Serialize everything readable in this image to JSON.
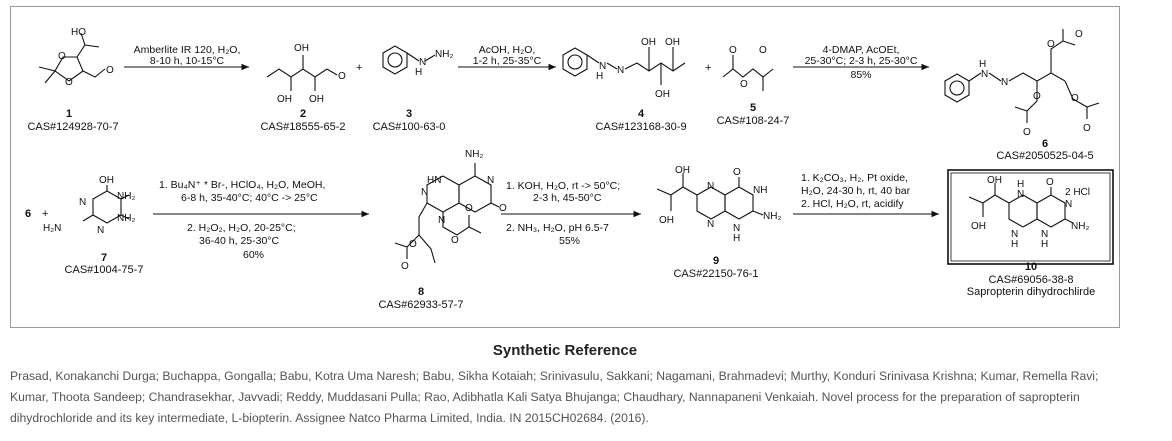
{
  "compounds": {
    "c1": {
      "number": "1",
      "cas": "CAS#124928-70-7"
    },
    "c2": {
      "number": "2",
      "cas": "CAS#18555-65-2"
    },
    "c3": {
      "number": "3",
      "cas": "CAS#100-63-0"
    },
    "c4": {
      "number": "4",
      "cas": "CAS#123168-30-9"
    },
    "c5": {
      "number": "5",
      "cas": "CAS#108-24-7"
    },
    "c6": {
      "number": "6",
      "cas": "CAS#2050525-04-5"
    },
    "c7": {
      "number": "7",
      "cas": "CAS#1004-75-7"
    },
    "c8": {
      "number": "8",
      "cas": "CAS#62933-57-7"
    },
    "c9": {
      "number": "9",
      "cas": "CAS#22150-76-1"
    },
    "c10": {
      "number": "10",
      "cas": "CAS#69056-38-8",
      "name": "Sapropterin dihydrochlirde",
      "salt": "2 HCl"
    }
  },
  "arrows": {
    "a1": {
      "line1": "Amberlite IR 120, H₂O,",
      "line2": "8-10 h, 10-15°C"
    },
    "a2": {
      "line1": "AcOH, H₂O,",
      "line2": "1-2 h, 25-35°C"
    },
    "a3": {
      "line1": "4-DMAP, AcOEt,",
      "line2": "25-30°C; 2-3 h, 25-30°C",
      "line3": "85%"
    },
    "a4": {
      "line1": "1. Bu₄N⁺ * Br-, HClO₄, H₂O, MeOH,",
      "line2": "6-8 h, 35-40°C; 40°C -> 25°C",
      "line3": "2. H₂O₂, H₂O, 20-25°C;",
      "line4": "36-40 h, 25-30°C",
      "line5": "60%"
    },
    "a5": {
      "line1": "1. KOH, H₂O, rt -> 50°C;",
      "line2": "2-3 h, 45-50°C",
      "line3": "2. NH₃, H₂O, pH 6.5-7",
      "line4": "55%"
    },
    "a6": {
      "line1": "1. K₂CO₃, H₂, Pt oxide,",
      "line2": "H₂O, 24-30 h, rt, 40 bar",
      "line3": "2. HCl, H₂O, rt, acidify"
    }
  },
  "operators": {
    "plus": "+",
    "reactant6": "6"
  },
  "atoms": {
    "O": "O",
    "HO": "HO",
    "OH": "OH",
    "N": "N",
    "H": "H",
    "NH": "NH",
    "HN": "HN",
    "NH2": "NH₂",
    "H2N": "H₂N",
    "NH2sub": "NH₂"
  },
  "reference": {
    "title": "Synthetic Reference",
    "text": "Prasad, Konakanchi Durga; Buchappa, Gongalla; Babu, Kotra Uma Naresh; Babu, Sikha Kotaiah; Srinivasulu, Sakkani; Nagamani, Brahmadevi; Murthy, Konduri Srinivasa Krishna; Kumar, Remella Ravi; Kumar, Thoota Sandeep; Chandrasekhar, Javvadi; Reddy, Muddasani Pulla; Rao, Adibhatla Kali Satya Bhujanga; Chaudhary, Nannapaneni Venkaiah. Novel process for the preparation of sapropterin dihydrochloride and its key intermediate, L-biopterin. Assignee Natco Pharma Limited, India. IN 2015CH02684. (2016)."
  }
}
